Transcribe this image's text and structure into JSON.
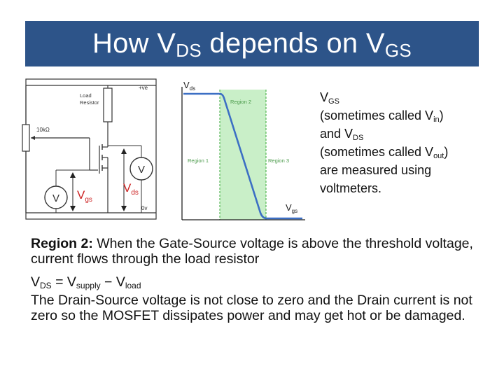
{
  "title": {
    "part1": "How V",
    "sub1": "DS",
    "part2": " depends on V",
    "sub2": "GS"
  },
  "circuit": {
    "load_label_1": "Load",
    "load_label_2": "Resistor",
    "supply_label": "+ve",
    "pot_label": "10kΩ",
    "ground_label": "0v",
    "meter_symbol": "V",
    "vgs_main": "V",
    "vgs_sub": "gs",
    "vds_main": "V",
    "vds_sub": "ds"
  },
  "graph": {
    "y_main": "V",
    "y_sub": "ds",
    "x_main": "V",
    "x_sub": "gs",
    "region1": "Region 1",
    "region2": "Region 2",
    "region3": "Region 3",
    "colors": {
      "region2_fill": "#c9efc8",
      "region2_border": "#39a839",
      "curve": "#3c6fc4",
      "labels": "#4a9a4a"
    }
  },
  "side": {
    "l1_main": "V",
    "l1_sub": "GS",
    "l2_pre": "(sometimes called V",
    "l2_sub": "in",
    "l2_post": ")",
    "l3_pre": "and V",
    "l3_sub": "DS",
    "l4_pre": "(sometimes called V",
    "l4_sub": "out",
    "l4_post": ")",
    "l5": "are measured using",
    "l6": "voltmeters."
  },
  "body": {
    "p1_bold": "Region 2:",
    "p1_text": " When the Gate-Source voltage is above the threshold voltage, current flows through the load resistor",
    "eq_v1": "V",
    "eq_sub1": "DS",
    "eq_mid": " = V",
    "eq_sub2": "supply",
    "eq_minus": " − V",
    "eq_sub3": "load",
    "p3": "The Drain-Source voltage is not close to zero and the Drain current is not zero so the MOSFET dissipates power and may get hot or be damaged."
  }
}
